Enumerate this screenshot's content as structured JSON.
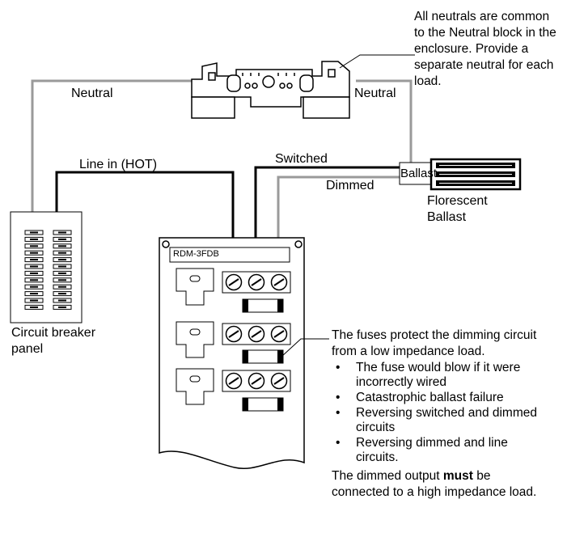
{
  "labels": {
    "neutral_left": "Neutral",
    "neutral_right": "Neutral",
    "line_in": "Line in (HOT)",
    "switched": "Switched",
    "dimmed": "Dimmed",
    "ballast": "Ballast",
    "florescent_ballast": "Florescent Ballast",
    "circuit_breaker_panel": "Circuit breaker panel",
    "dimmer_module": "RDM-3FDB"
  },
  "neutral_note": "All neutrals are common to the Neutral block in the enclosure. Provide a separate neutral for each load.",
  "fuse_note": {
    "intro": "The fuses protect the dimming circuit from a low impedance load.",
    "reasons": [
      "The fuse would blow if it were incorrectly wired",
      "Catastrophic ballast failure",
      "Reversing switched and dimmed circuits",
      "Reversing dimmed and line circuits."
    ],
    "conclusion_before": "The dimmed output ",
    "conclusion_emphasis": "must",
    "conclusion_after": " be connected to a high impedance load."
  },
  "colors": {
    "neutral_wire": "#9a9a9a",
    "hot_wire": "#000000",
    "dimmed_wire": "#9a9a9a"
  }
}
